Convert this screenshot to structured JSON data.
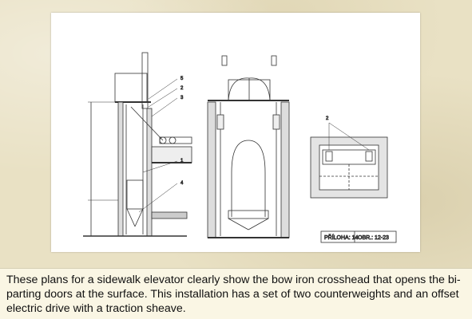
{
  "drawing": {
    "callouts_left": [
      "5",
      "2",
      "3",
      "1",
      "4"
    ],
    "callout_right": "2",
    "stamp": {
      "label": "PŘÍLOHA: 14",
      "code": "OBR.: 12-23"
    }
  },
  "caption": {
    "text": "These plans for a sidewalk elevator clearly show the bow iron crosshead that opens the bi-parting doors at the surface. This installation has a set of two counterweights and an offset electric drive with a traction sheave."
  }
}
